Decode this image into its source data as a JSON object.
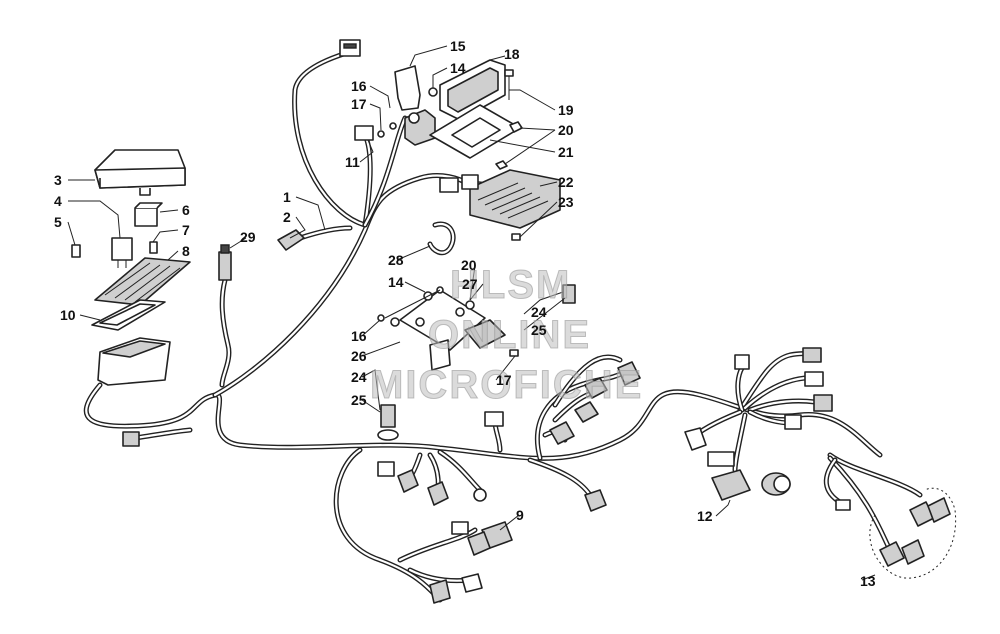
{
  "watermark": {
    "line1": "HLSM",
    "line2": "ONLINE",
    "line3": "MICROFICHE"
  },
  "callouts": [
    {
      "key": "c1",
      "label": "1"
    },
    {
      "key": "c2",
      "label": "2"
    },
    {
      "key": "c3",
      "label": "3"
    },
    {
      "key": "c4",
      "label": "4"
    },
    {
      "key": "c5",
      "label": "5"
    },
    {
      "key": "c6",
      "label": "6"
    },
    {
      "key": "c7",
      "label": "7"
    },
    {
      "key": "c8",
      "label": "8"
    },
    {
      "key": "c9",
      "label": "9"
    },
    {
      "key": "c10",
      "label": "10"
    },
    {
      "key": "c11",
      "label": "11"
    },
    {
      "key": "c12",
      "label": "12"
    },
    {
      "key": "c13",
      "label": "13"
    },
    {
      "key": "c14a",
      "label": "14"
    },
    {
      "key": "c14b",
      "label": "14"
    },
    {
      "key": "c15",
      "label": "15"
    },
    {
      "key": "c16a",
      "label": "16"
    },
    {
      "key": "c16b",
      "label": "16"
    },
    {
      "key": "c17a",
      "label": "17"
    },
    {
      "key": "c17b",
      "label": "17"
    },
    {
      "key": "c18",
      "label": "18"
    },
    {
      "key": "c19",
      "label": "19"
    },
    {
      "key": "c20a",
      "label": "20"
    },
    {
      "key": "c20b",
      "label": "20"
    },
    {
      "key": "c21",
      "label": "21"
    },
    {
      "key": "c22",
      "label": "22"
    },
    {
      "key": "c23",
      "label": "23"
    },
    {
      "key": "c24a",
      "label": "24"
    },
    {
      "key": "c24b",
      "label": "24"
    },
    {
      "key": "c25a",
      "label": "25"
    },
    {
      "key": "c25b",
      "label": "25"
    },
    {
      "key": "c26",
      "label": "26"
    },
    {
      "key": "c27",
      "label": "27"
    },
    {
      "key": "c28",
      "label": "28"
    },
    {
      "key": "c29",
      "label": "29"
    }
  ]
}
